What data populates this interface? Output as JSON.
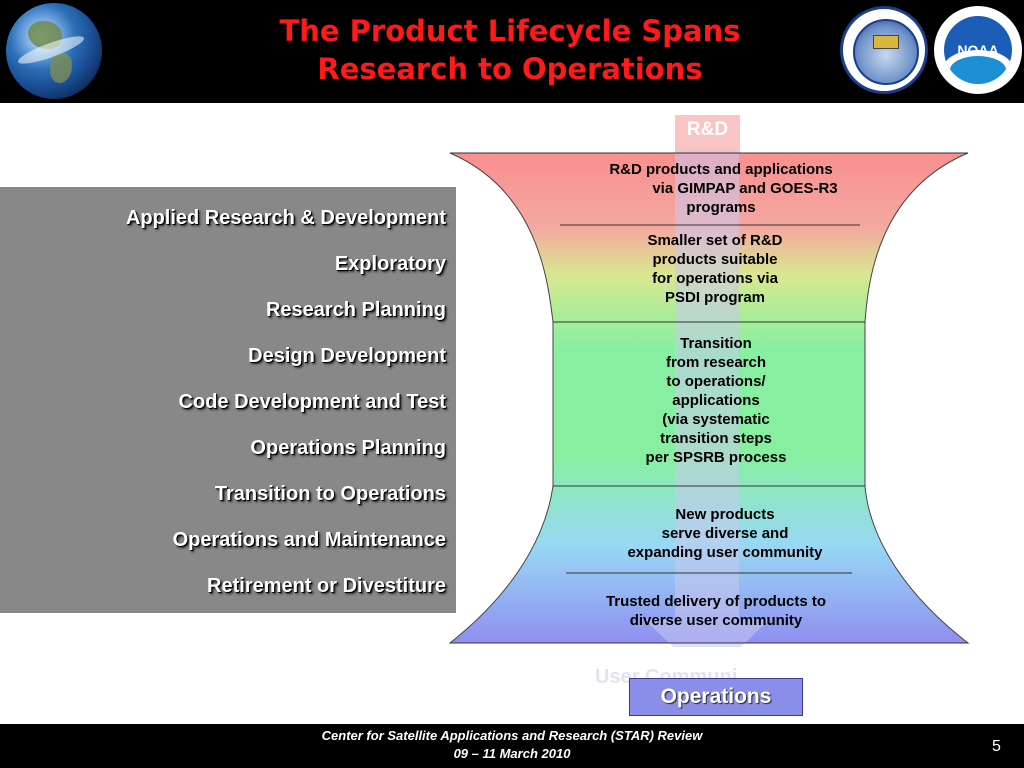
{
  "header": {
    "title_line1": "The Product Lifecycle Spans",
    "title_line2": "Research to Operations",
    "logo_star_icon": "noaa-nesdis-star-seal",
    "logo_noaa_text": "NOAA",
    "earth_icon": "earth-globe"
  },
  "phases": [
    "Applied Research & Development",
    "Exploratory",
    "Research Planning",
    "Design Development",
    "Code Development and Test",
    "Operations Planning",
    "Transition to Operations",
    "Operations and Maintenance",
    "Retirement or Divestiture"
  ],
  "funnel": {
    "top_label": "R&D",
    "segments": [
      [
        "R&D products and applications",
        "via GIMPAP and GOES-R3",
        "programs"
      ],
      [
        "Smaller set of R&D",
        "products suitable",
        "for operations via",
        "PSDI program"
      ],
      [
        "Transition",
        "from research",
        "to operations/",
        "applications",
        "(via systematic",
        "transition steps",
        "per SPSRB process"
      ],
      [
        "New products",
        "serve diverse and",
        "expanding user community"
      ],
      [
        "Trusted delivery of products to",
        "diverse user community"
      ]
    ],
    "ghost_text": "User Communi",
    "bottom_label": "Operations",
    "colors": {
      "top": "#f88f8f",
      "middle": "#86f0a0",
      "bottom": "#8f8ff0",
      "arrow": "#c8c8ee"
    }
  },
  "footer": {
    "line1": "Center for Satellite Applications and Research (STAR) Review",
    "line2": "09 – 11 March 2010",
    "page_number": "5"
  }
}
